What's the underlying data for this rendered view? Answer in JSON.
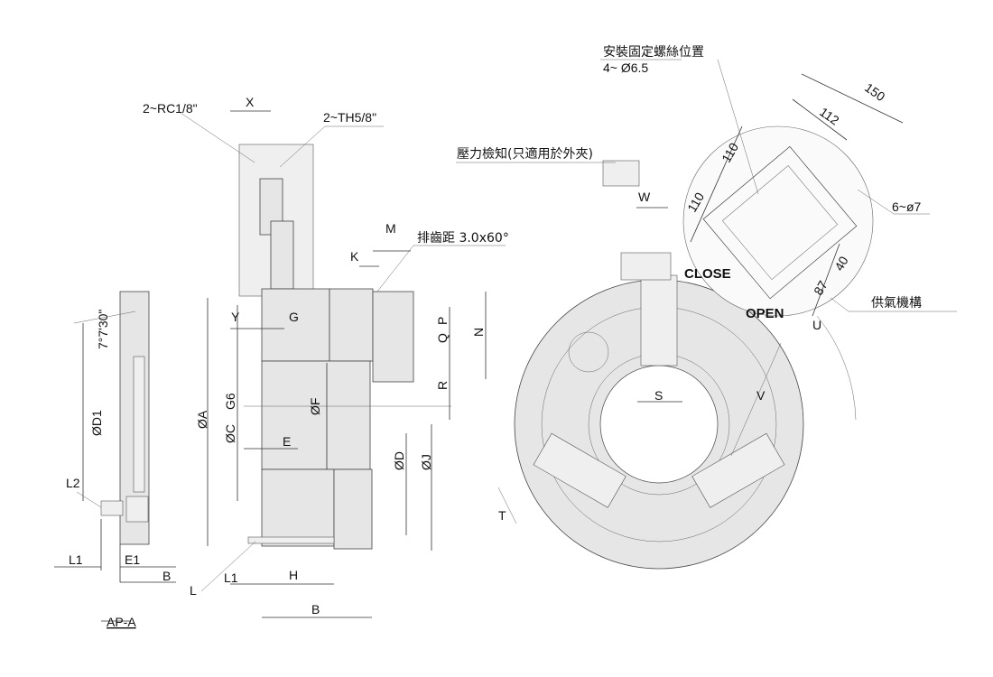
{
  "side_view_aa": {
    "angle_label": "7°7'30\"",
    "d1_label": "ØD1",
    "l2_label": "L2",
    "l1_label": "L1",
    "e1_label": "E1",
    "b_label": "B",
    "view_title": "AP-A"
  },
  "section_view": {
    "rc_label": "2~RC1/8\"",
    "x_label": "X",
    "th_label": "2~TH5/8\"",
    "m_label": "M",
    "serration_label": "排齒距 3.0x60°",
    "k_label": "K",
    "y_label": "Y",
    "g_label": "G",
    "p_label": "P",
    "q_label": "Q",
    "n_label": "N",
    "r_label": "R",
    "a_label": "ØA",
    "c_label": "ØC",
    "g6_label": "G6",
    "f_label": "ØF",
    "e_label": "E",
    "d_label": "ØD",
    "j_label": "ØJ",
    "l_label": "L",
    "l1_label": "L1",
    "h_label": "H",
    "b_label": "B"
  },
  "front_view": {
    "mount_screw_title": "安裝固定螺絲位置",
    "mount_screw_spec": "4~ Ø6.5",
    "pressure_label": "壓力檢知(只適用於外夾)",
    "w_label": "W",
    "dim_150": "150",
    "dim_112": "112",
    "dim_110a": "110",
    "dim_110b": "110",
    "holes_label": "6~ø7",
    "close_label": "CLOSE",
    "open_label": "OPEN",
    "dim_40": "40",
    "dim_87": "87",
    "supply_label": "供氣機構",
    "u_label": "U",
    "s_label": "S",
    "v_label": "V",
    "t_label": "T"
  }
}
